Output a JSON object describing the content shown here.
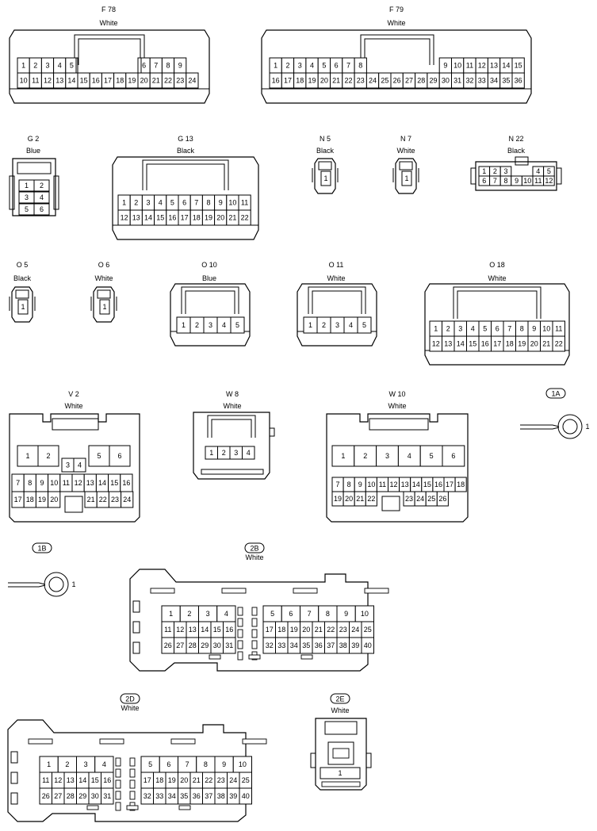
{
  "connectors": [
    {
      "id": "F 78",
      "color": "White",
      "rows": [
        [
          "1",
          "2",
          "3",
          "4",
          "5",
          "",
          "",
          "",
          "",
          "",
          "6",
          "7",
          "8",
          "9"
        ],
        [
          "10",
          "11",
          "12",
          "13",
          "14",
          "15",
          "16",
          "17",
          "18",
          "19",
          "20",
          "21",
          "22",
          "23",
          "24"
        ]
      ]
    },
    {
      "id": "F 79",
      "color": "White",
      "rows": [
        [
          "1",
          "2",
          "3",
          "4",
          "5",
          "6",
          "7",
          "8",
          "",
          "",
          "",
          "",
          "",
          "",
          "9",
          "10",
          "11",
          "12",
          "13",
          "14",
          "15"
        ],
        [
          "16",
          "17",
          "18",
          "19",
          "20",
          "21",
          "22",
          "23",
          "24",
          "25",
          "26",
          "27",
          "28",
          "29",
          "30",
          "31",
          "32",
          "33",
          "34",
          "35",
          "36"
        ]
      ]
    },
    {
      "id": "G 2",
      "color": "Blue",
      "pins": [
        "1",
        "2",
        "3",
        "4",
        "5",
        "6"
      ]
    },
    {
      "id": "G 13",
      "color": "Black",
      "rows": [
        [
          "1",
          "2",
          "3",
          "4",
          "5",
          "6",
          "7",
          "8",
          "9",
          "10",
          "11"
        ],
        [
          "12",
          "13",
          "14",
          "15",
          "16",
          "17",
          "18",
          "19",
          "20",
          "21",
          "22"
        ]
      ]
    },
    {
      "id": "N 5",
      "color": "Black",
      "pins": [
        "1"
      ]
    },
    {
      "id": "N 7",
      "color": "White",
      "pins": [
        "1"
      ]
    },
    {
      "id": "N 22",
      "color": "Black",
      "rows": [
        [
          "1",
          "2",
          "3",
          "",
          "",
          "4",
          "5"
        ],
        [
          "6",
          "7",
          "8",
          "9",
          "10",
          "11",
          "12"
        ]
      ]
    },
    {
      "id": "O 5",
      "color": "Black",
      "pins": [
        "1"
      ]
    },
    {
      "id": "O 6",
      "color": "White",
      "pins": [
        "1"
      ]
    },
    {
      "id": "O 10",
      "color": "Blue",
      "rows": [
        [
          "1",
          "2",
          "3",
          "4",
          "5"
        ]
      ]
    },
    {
      "id": "O 11",
      "color": "White",
      "rows": [
        [
          "1",
          "2",
          "3",
          "4",
          "5"
        ]
      ]
    },
    {
      "id": "O 18",
      "color": "White",
      "rows": [
        [
          "1",
          "2",
          "3",
          "4",
          "5",
          "6",
          "7",
          "8",
          "9",
          "10",
          "11"
        ],
        [
          "12",
          "13",
          "14",
          "15",
          "16",
          "17",
          "18",
          "19",
          "20",
          "21",
          "22"
        ]
      ]
    },
    {
      "id": "V 2",
      "color": "White",
      "pins": [
        "1",
        "2",
        "3",
        "4",
        "5",
        "6",
        "7",
        "8",
        "9",
        "10",
        "11",
        "12",
        "13",
        "14",
        "15",
        "16",
        "17",
        "18",
        "19",
        "20",
        "21",
        "22",
        "23",
        "24"
      ]
    },
    {
      "id": "W 8",
      "color": "White",
      "rows": [
        [
          "1",
          "2",
          "3",
          "4"
        ]
      ]
    },
    {
      "id": "W 10",
      "color": "White",
      "pins": [
        "1",
        "2",
        "3",
        "4",
        "5",
        "6",
        "7",
        "8",
        "9",
        "10",
        "11",
        "12",
        "13",
        "14",
        "15",
        "16",
        "17",
        "18",
        "19",
        "20",
        "21",
        "22",
        "23",
        "24",
        "25",
        "26"
      ]
    },
    {
      "id": "1A",
      "color": "",
      "pins": [
        "1"
      ]
    },
    {
      "id": "1B",
      "color": "",
      "pins": [
        "1"
      ]
    },
    {
      "id": "2B",
      "color": "White",
      "left": [
        [
          "1",
          "2",
          "3",
          "4"
        ],
        [
          "11",
          "12",
          "13",
          "14",
          "15",
          "16"
        ],
        [
          "26",
          "27",
          "28",
          "29",
          "30",
          "31"
        ]
      ],
      "right": [
        [
          "5",
          "6",
          "7",
          "8",
          "9",
          "10"
        ],
        [
          "17",
          "18",
          "19",
          "20",
          "21",
          "22",
          "23",
          "24",
          "25"
        ],
        [
          "32",
          "33",
          "34",
          "35",
          "36",
          "37",
          "38",
          "39",
          "40"
        ]
      ]
    },
    {
      "id": "2D",
      "color": "White",
      "left": [
        [
          "1",
          "2",
          "3",
          "4"
        ],
        [
          "11",
          "12",
          "13",
          "14",
          "15",
          "16"
        ],
        [
          "26",
          "27",
          "28",
          "29",
          "30",
          "31"
        ]
      ],
      "right": [
        [
          "5",
          "6",
          "7",
          "8",
          "9",
          "10"
        ],
        [
          "17",
          "18",
          "19",
          "20",
          "21",
          "22",
          "23",
          "24",
          "25"
        ],
        [
          "32",
          "33",
          "34",
          "35",
          "36",
          "37",
          "38",
          "39",
          "40"
        ]
      ]
    },
    {
      "id": "2E",
      "color": "White",
      "pins": [
        "1"
      ]
    }
  ]
}
